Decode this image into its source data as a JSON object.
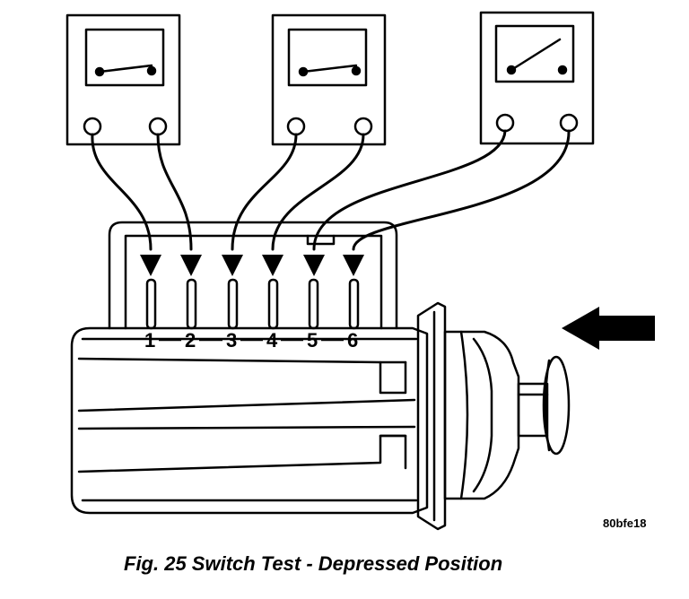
{
  "figure": {
    "caption": "Fig. 25 Switch Test - Depressed Position",
    "code": "80bfe18",
    "pins": [
      "1",
      "2",
      "3",
      "4",
      "5",
      "6"
    ],
    "meters": [
      {
        "id": "meter-1",
        "switch": "closed",
        "leads": [
          "1",
          "2"
        ]
      },
      {
        "id": "meter-2",
        "switch": "closed",
        "leads": [
          "3",
          "4"
        ]
      },
      {
        "id": "meter-3",
        "switch": "open",
        "leads": [
          "5",
          "6"
        ]
      }
    ],
    "push_direction": "left",
    "colors": {
      "ink": "#000000",
      "paper": "#ffffff"
    }
  }
}
